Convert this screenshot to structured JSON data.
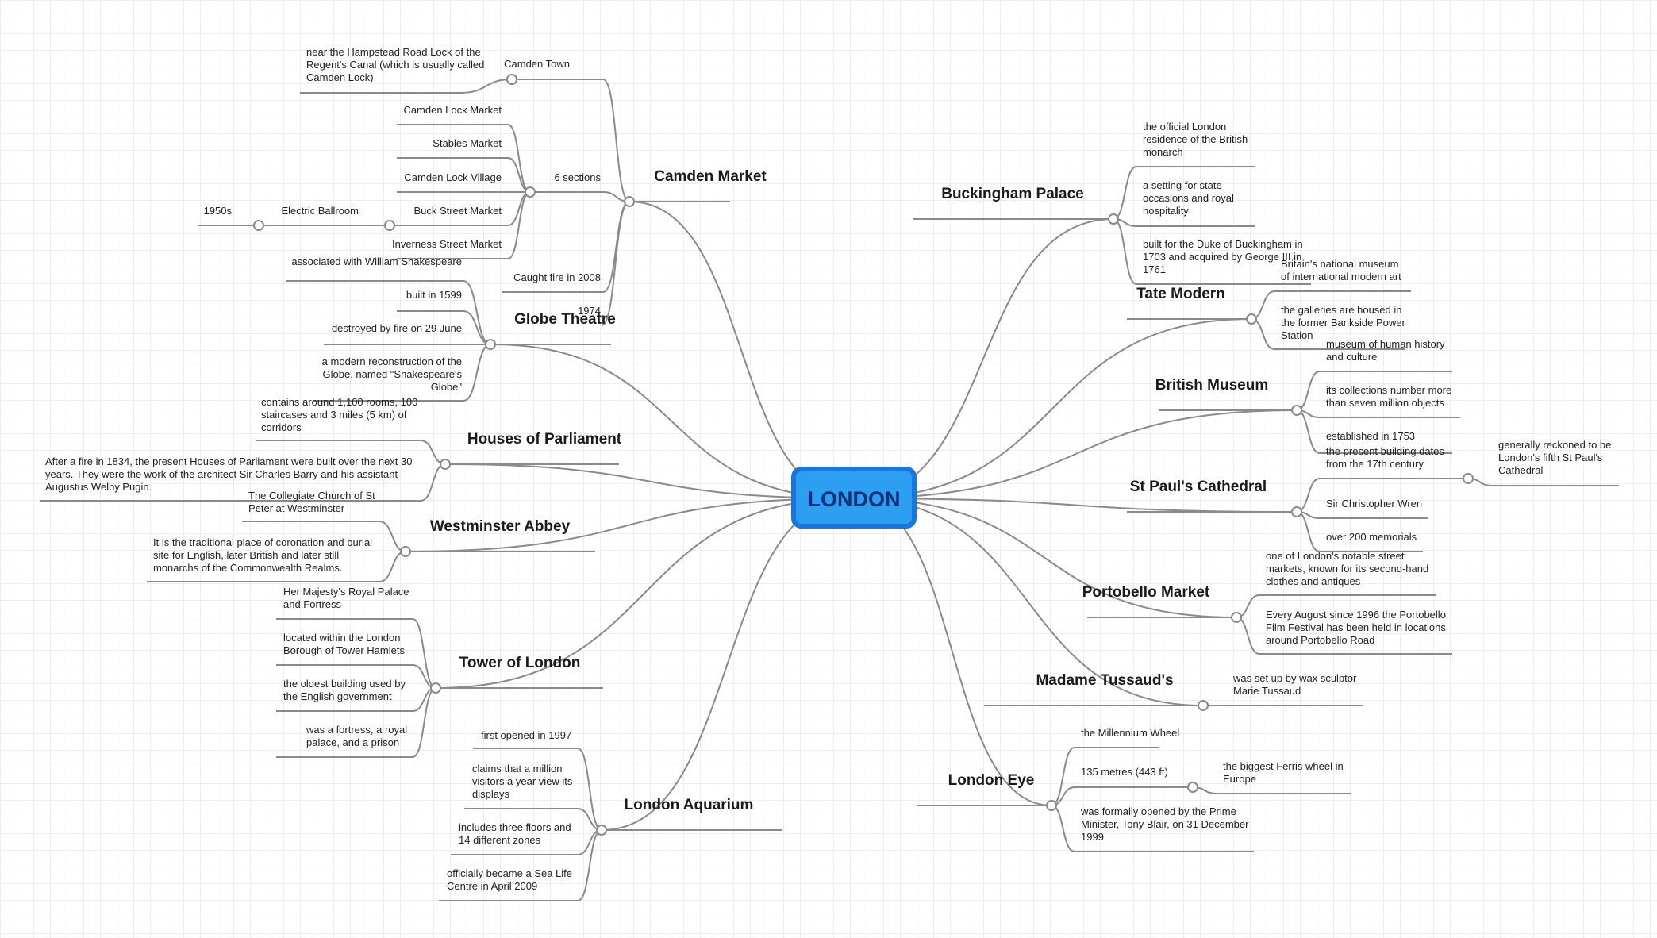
{
  "root": "LONDON",
  "colors": {
    "root_fill": "#2d9ff0",
    "root_border": "#1776e0",
    "root_text": "#0f2f7a",
    "lines": "#8a8a8a",
    "grid": "#eeeeee"
  },
  "branches": {
    "camden": {
      "label": "Camden Market",
      "town": {
        "label": "Camden Town",
        "detail": [
          "near the Hampstead Road Lock of the",
          "Regent's Canal (which is usually called",
          "Camden Lock)"
        ]
      },
      "sections": {
        "label": "6 sections",
        "items": [
          "Camden Lock Market",
          "Stables Market",
          "Camden Lock Village",
          "Buck Street Market",
          "Inverness Street Market"
        ],
        "ballroom": "Electric Ballroom",
        "ballroom_year": "1950s"
      },
      "fire": "Caught fire in 2008",
      "year": "1974"
    },
    "globe": {
      "label": "Globe Theatre",
      "items": [
        [
          "associated with William Shakespeare"
        ],
        [
          "built in 1599"
        ],
        [
          "destroyed by fire on 29 June"
        ],
        [
          "a modern reconstruction of the",
          "Globe, named \"Shakespeare's",
          "Globe\""
        ]
      ]
    },
    "parliament": {
      "label": "Houses of Parliament",
      "items": [
        [
          "contains around 1,100 rooms, 100",
          "staircases and 3 miles (5 km) of",
          "corridors"
        ],
        [
          "After a fire in 1834, the present Houses of Parliament were built over the next 30",
          "years. They were the work of the architect Sir Charles Barry and his assistant",
          "Augustus Welby Pugin."
        ]
      ]
    },
    "westminster": {
      "label": "Westminster Abbey",
      "items": [
        [
          "The Collegiate Church of St",
          "Peter at Westminster"
        ],
        [
          "It is the traditional place of coronation and burial",
          "site for English, later British and later still",
          "monarchs of the Commonwealth Realms."
        ]
      ]
    },
    "tower": {
      "label": "Tower of London",
      "items": [
        [
          "Her Majesty's Royal Palace",
          "and Fortress"
        ],
        [
          "located within the London",
          "Borough of Tower Hamlets"
        ],
        [
          "the oldest building used by",
          "the English government"
        ],
        [
          "was a fortress, a royal",
          "palace, and a prison"
        ]
      ]
    },
    "aquarium": {
      "label": "London Aquarium",
      "items": [
        [
          "first opened in 1997"
        ],
        [
          "claims that a million",
          "visitors a year view its",
          "displays"
        ],
        [
          "includes three floors and",
          "14 different zones"
        ],
        [
          "officially became a Sea Life",
          "Centre in April 2009"
        ]
      ]
    },
    "buckingham": {
      "label": "Buckingham Palace",
      "items": [
        [
          "the official London",
          "residence of the British",
          "monarch"
        ],
        [
          "a setting for state",
          "occasions and royal",
          "hospitality"
        ],
        [
          "built for the Duke of Buckingham in",
          "1703 and acquired by George III in",
          "1761"
        ]
      ]
    },
    "tate": {
      "label": "Tate Modern",
      "items": [
        [
          "Britain's national museum",
          "of international modern art"
        ],
        [
          "the galleries are housed in",
          "the former Bankside Power",
          "Station"
        ]
      ]
    },
    "museum": {
      "label": "British Museum",
      "items": [
        [
          "museum of human history",
          "and culture"
        ],
        [
          "its collections number more",
          "than seven million objects"
        ],
        [
          "established in 1753"
        ]
      ]
    },
    "stpauls": {
      "label": "St Paul's Cathedral",
      "items": [
        [
          "the present building dates",
          "from the 17th century"
        ],
        [
          "Sir Christopher Wren"
        ],
        [
          "over 200 memorials"
        ]
      ],
      "sub": [
        "generally reckoned to be",
        "London's fifth St Paul's",
        "Cathedral"
      ]
    },
    "portobello": {
      "label": "Portobello Market",
      "items": [
        [
          "one of London's notable street",
          "markets, known for its second-hand",
          "clothes and antiques"
        ],
        [
          "Every August since 1996 the Portobello",
          "Film Festival has been held in locations",
          "around Portobello Road"
        ]
      ]
    },
    "tussauds": {
      "label": "Madame Tussaud's",
      "items": [
        [
          "was set up by wax sculptor",
          "Marie Tussaud"
        ]
      ]
    },
    "eye": {
      "label": "London Eye",
      "items": [
        [
          "the Millennium Wheel"
        ],
        [
          "135 metres (443 ft)"
        ],
        [
          "was formally opened by the Prime",
          "Minister, Tony Blair, on 31 December",
          "1999"
        ]
      ],
      "sub": [
        "the biggest Ferris wheel in",
        "Europe"
      ]
    }
  }
}
